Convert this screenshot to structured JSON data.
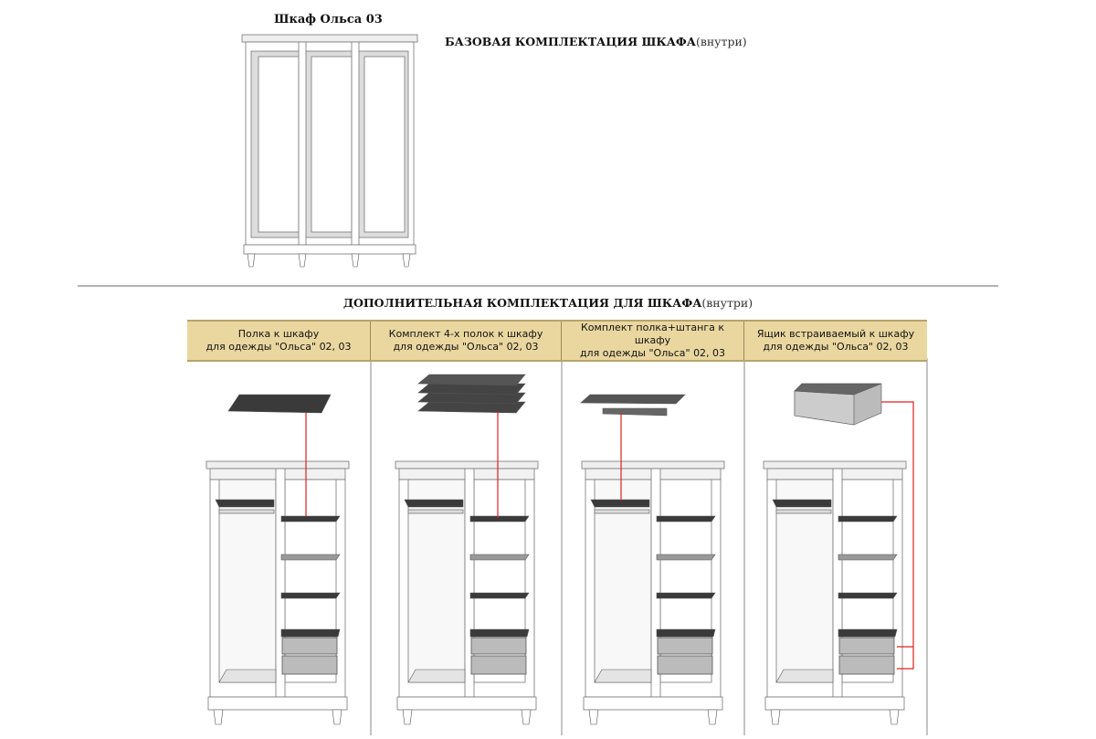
{
  "top": {
    "product_title": "Шкаф Ольса 03",
    "base_title": "БАЗОВАЯ КОМПЛЕКТАЦИЯ ШКАФА",
    "base_title_suffix": "(внутри)"
  },
  "extra": {
    "title": "ДОПОЛНИТЕЛЬНАЯ КОМПЛЕКТАЦИЯ ДЛЯ ШКАФА",
    "title_suffix": "(внутри)",
    "columns": [
      {
        "line1": "Полка к шкафу",
        "line2": "для одежды \"Ольса\" 02, 03"
      },
      {
        "line1": "Комплект 4-х полок к шкафу",
        "line2": "для одежды \"Ольса\" 02, 03"
      },
      {
        "line1": "Комплект полка+штанга к шкафу",
        "line2": "для одежды \"Ольса\" 02, 03"
      },
      {
        "line1": "Ящик встраиваемый к шкафу",
        "line2": "для одежды \"Ольса\" 02, 03"
      }
    ]
  },
  "colors": {
    "header_band": "#ead7a0",
    "highlight_line": "#e02020",
    "shelf": "#3a3a3a"
  }
}
